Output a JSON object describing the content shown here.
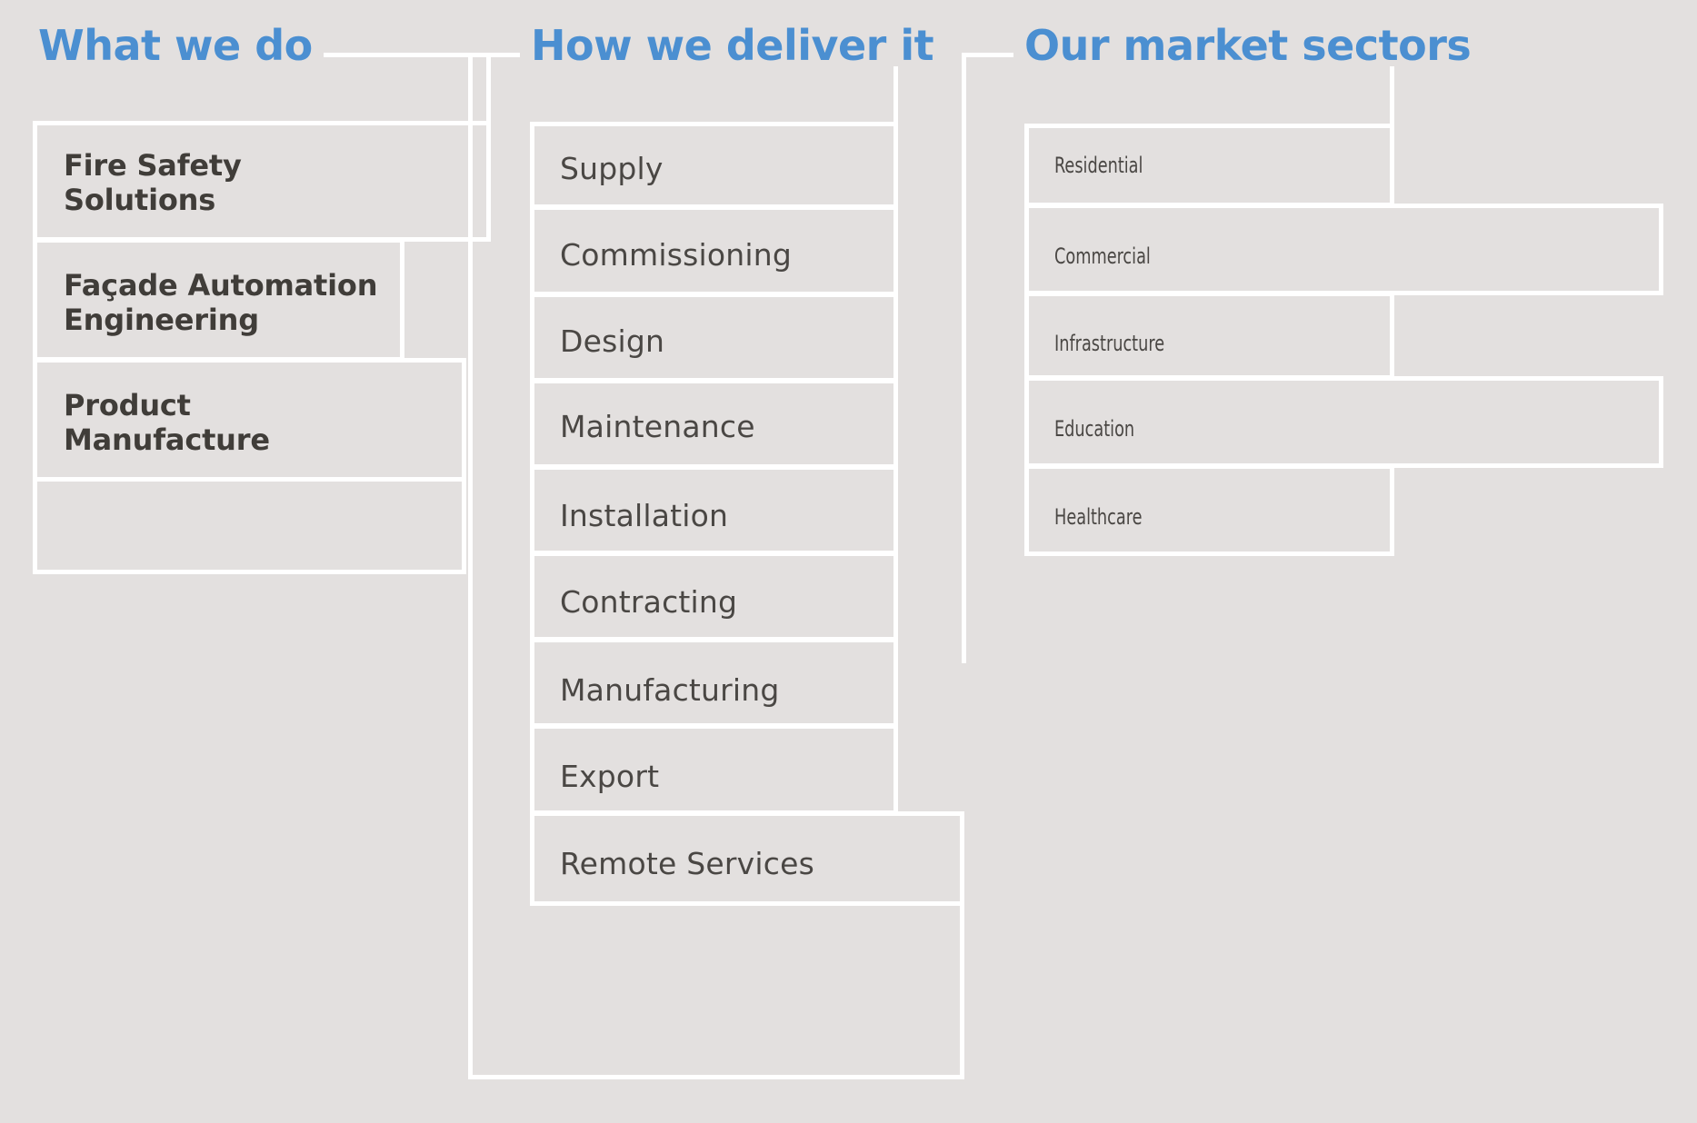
{
  "theme": {
    "background": "#e3e0df",
    "border": "#ffffff",
    "heading_color": "#4b8fd1",
    "body_text_color": "#403d39"
  },
  "columns": [
    {
      "id": "what-we-do",
      "heading": "What we do",
      "items": [
        {
          "label": "Fire Safety\nSolutions"
        },
        {
          "label": "Façade Automation\nEngineering"
        },
        {
          "label": "Product\nManufacture"
        }
      ]
    },
    {
      "id": "how-we-deliver-it",
      "heading": "How we deliver it",
      "items": [
        {
          "label": "Supply"
        },
        {
          "label": "Commissioning"
        },
        {
          "label": "Design"
        },
        {
          "label": "Maintenance"
        },
        {
          "label": "Installation"
        },
        {
          "label": "Contracting"
        },
        {
          "label": "Manufacturing"
        },
        {
          "label": "Export"
        },
        {
          "label": "Remote Services"
        }
      ]
    },
    {
      "id": "our-market-sectors",
      "heading": "Our market sectors",
      "items": [
        {
          "label": "Residential"
        },
        {
          "label": "Commercial"
        },
        {
          "label": "Infrastructure"
        },
        {
          "label": "Education"
        },
        {
          "label": "Healthcare"
        }
      ]
    }
  ]
}
